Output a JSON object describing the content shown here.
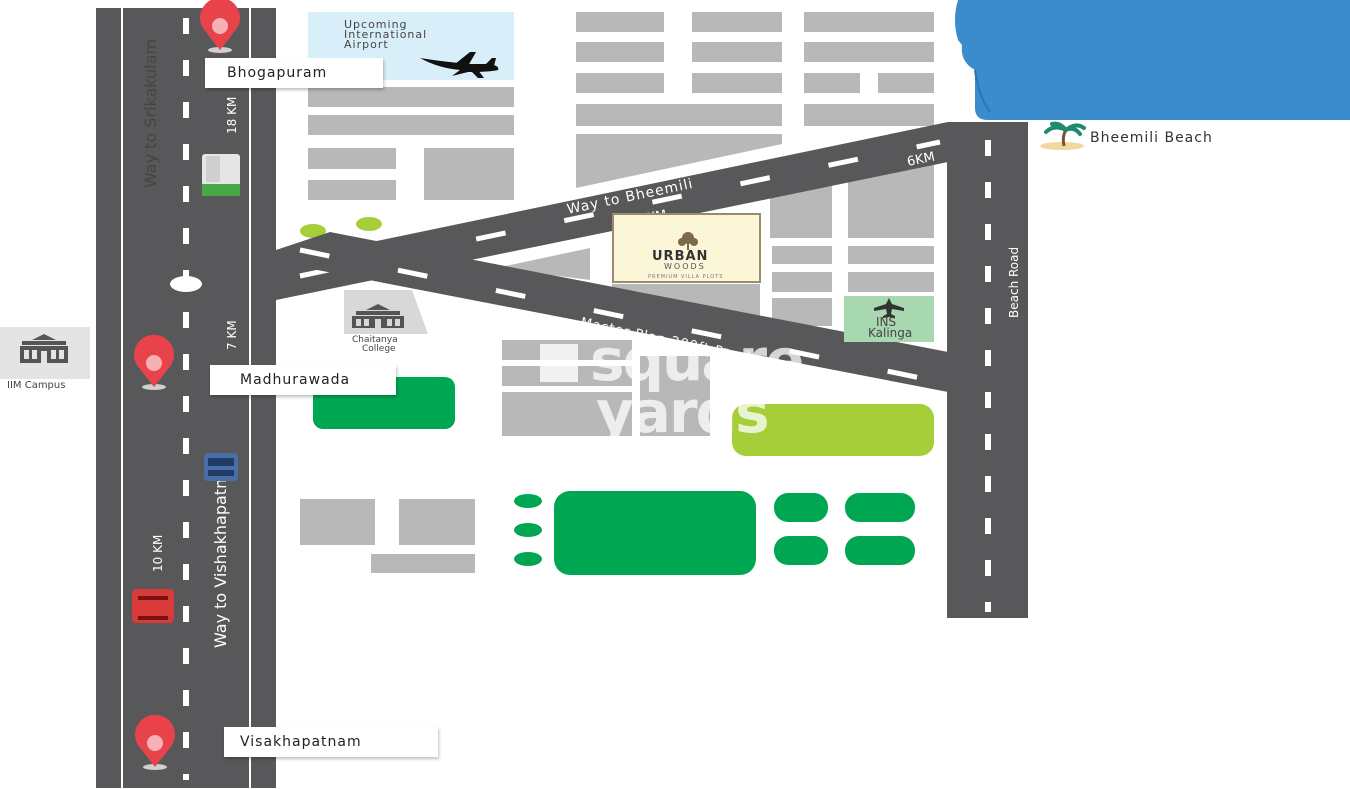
{
  "places": {
    "bhogapuram": "Bhogapuram",
    "madhurawada": "Madhurawada",
    "visakhapatnam": "Visakhapatnam",
    "airport": [
      "Upcoming",
      "International",
      "Airport"
    ],
    "beach": "Bheemili Beach",
    "iim": "IIM Campus",
    "college": [
      "Chaitanya",
      "College"
    ],
    "ins": [
      "INS",
      "Kalinga"
    ],
    "project": {
      "line1": "URBAN",
      "line2": "WOODS",
      "tagline": "PREMIUM VILLA PLOTS"
    }
  },
  "roads": {
    "north": "Way to Srikakulam",
    "north_dist": "18 KM",
    "mid_dist": "7 KM",
    "south": "Way to Vishakhapatnam",
    "south_dist": "10 KM",
    "bheemili": "Way to  Bheemili",
    "bheemili_dist": "1KM",
    "beach_dist": "6KM",
    "beach_road": "Beach Road",
    "master_plan": "Master Plan 200ft Road"
  },
  "watermark": {
    "line1": "square",
    "line2": "yards"
  },
  "colors": {
    "road": "#58585a",
    "lane": "#ffffff",
    "block": "#b8b8b8",
    "green": "#00a651",
    "lime": "#a6ce39",
    "sea": "#3a8ccc",
    "airport_bg": "#d8eef8",
    "ins_bg": "#a8d8b0",
    "project_bg": "#fbf6d8",
    "pin": "#e8434a"
  }
}
